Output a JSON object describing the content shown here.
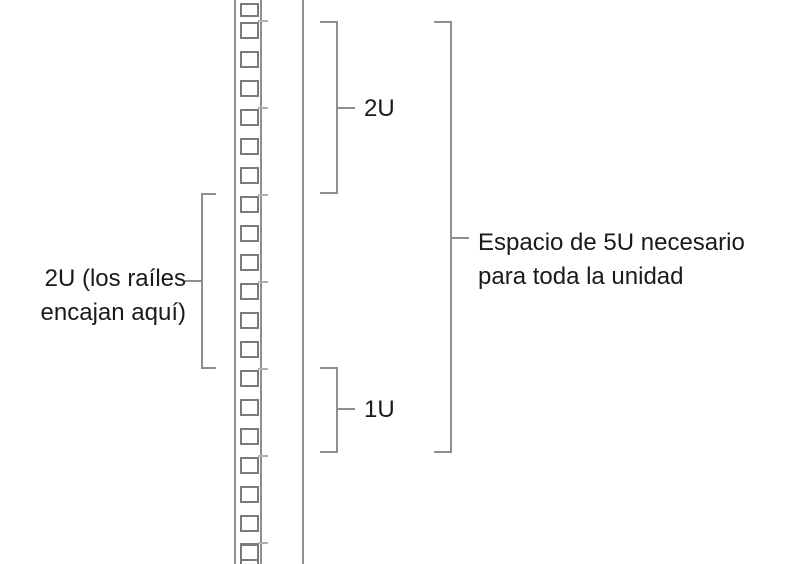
{
  "colors": {
    "background": "#ffffff",
    "line": "#8e8e8e",
    "square": "#7a7a7a",
    "text": "#1a1a1a"
  },
  "rack": {
    "hole_count": 20,
    "tick_count": 7
  },
  "labels": {
    "left_line1": "2U (los raíles",
    "left_line2": "encajan aquí)",
    "upper_2u": "2U",
    "lower_1u": "1U",
    "right_line1": "Espacio de 5U necesario",
    "right_line2": "para toda la unidad"
  }
}
